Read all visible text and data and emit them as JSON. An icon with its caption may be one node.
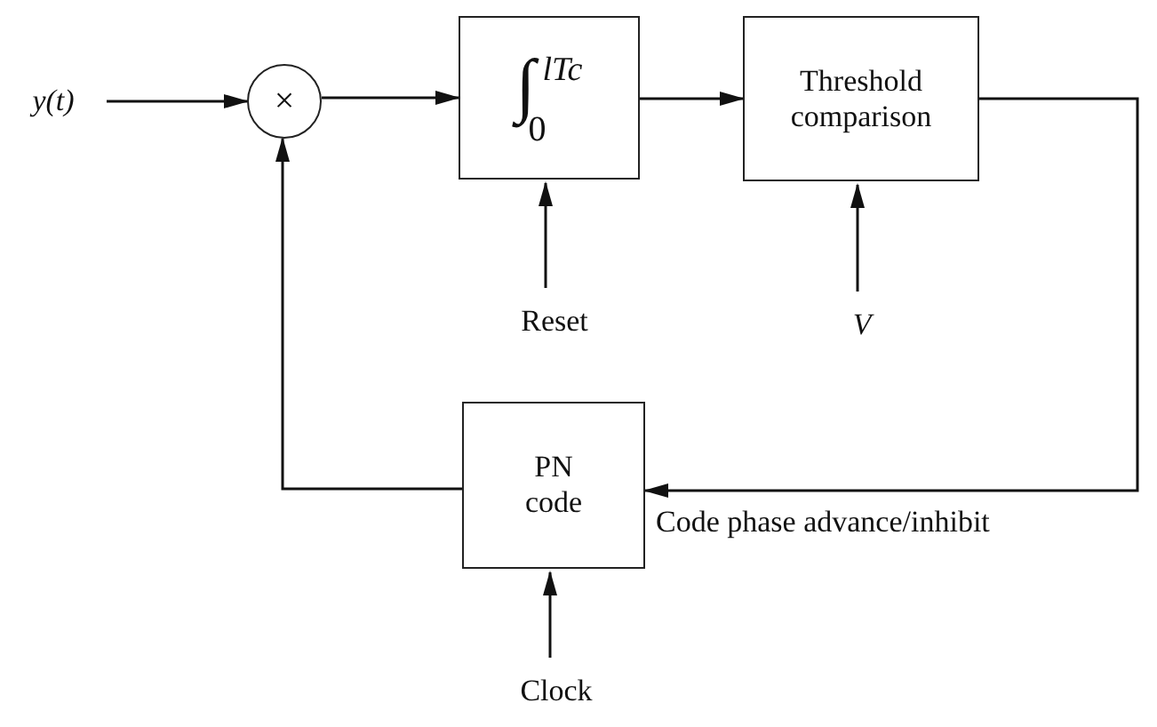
{
  "diagram": {
    "nodes": [
      {
        "text": [
          "y(t)"
        ]
      },
      {
        "text": [
          "×"
        ]
      },
      {
        "text": [
          "∫$_{0}$$^{lTc}$"
        ]
      },
      {
        "text": [
          "Threshold comparison"
        ]
      },
      {
        "text": [
          "Reset"
        ]
      },
      {
        "text": [
          "V"
        ]
      },
      {
        "text": [
          "PN code"
        ]
      },
      {
        "text": [
          "Clock"
        ]
      }
    ],
    "edges": [
      {
        "from": 0,
        "to": 1,
        "arrow": "to"
      },
      {
        "from": 1,
        "to": 2,
        "arrow": "to"
      },
      {
        "from": 2,
        "to": 3,
        "arrow": "to"
      },
      {
        "from": 4,
        "to": 2,
        "arrow": "to"
      },
      {
        "from": 5,
        "to": 3,
        "arrow": "to"
      },
      {
        "from": 3,
        "to": 6,
        "arrow": "to",
        "label": "Code phase advance/inhibit"
      },
      {
        "from": 6,
        "to": 1,
        "arrow": "to"
      },
      {
        "from": 7,
        "to": 6,
        "arrow": "to"
      }
    ]
  }
}
